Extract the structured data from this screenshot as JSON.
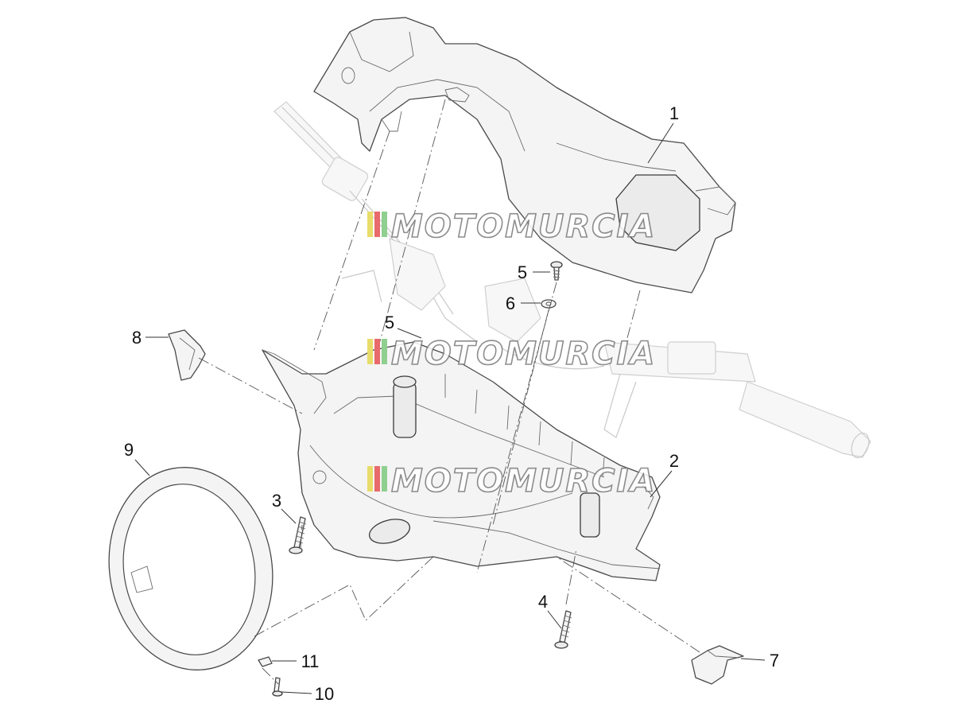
{
  "callouts": {
    "c1": "1",
    "c2": "2",
    "c3": "3",
    "c4": "4",
    "c5a": "5",
    "c5b": "5",
    "c6": "6",
    "c7": "7",
    "c8": "8",
    "c9": "9",
    "c10": "10",
    "c11": "11"
  },
  "watermark": {
    "text": "MOTOMURCIA",
    "colors": [
      "#e8dc6a",
      "#e86a6a",
      "#8fcf8f"
    ]
  }
}
